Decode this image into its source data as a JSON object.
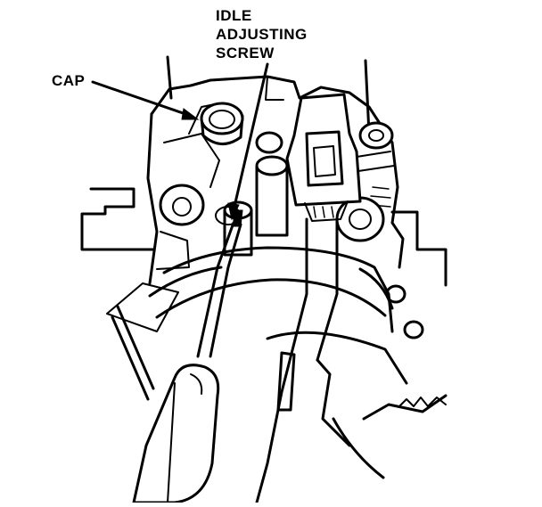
{
  "labels": {
    "cap": "CAP",
    "idle_adjusting_screw": [
      "IDLE",
      "ADJUSTING",
      "SCREW"
    ]
  },
  "colors": {
    "ink": "#000000",
    "paper": "#ffffff"
  }
}
